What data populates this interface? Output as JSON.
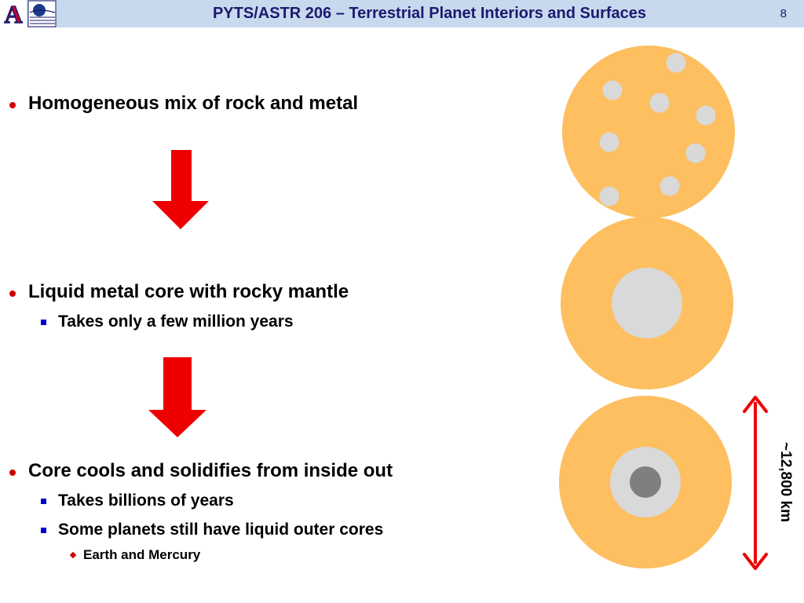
{
  "header": {
    "title": "PYTS/ASTR 206 – Terrestrial Planet Interiors and Surfaces",
    "page_number": "8",
    "logo_letter": "A"
  },
  "bullets": {
    "b1": "Homogeneous mix of rock and metal",
    "b2": "Liquid metal core with rocky mantle",
    "b2_sub1": "Takes only a few million years",
    "b3": "Core cools and solidifies from inside out",
    "b3_sub1": "Takes billions of years",
    "b3_sub2": "Some planets still have liquid outer cores",
    "b3_sub2_sub1": "Earth and Mercury"
  },
  "diagram": {
    "scale_label": "~12,800 km",
    "colors": {
      "mantle": "#fdbf5f",
      "metal": "#d9d9d9",
      "solid_core": "#7f7f7f",
      "arrow": "#ee0000",
      "header": "#c8d9ee"
    }
  }
}
